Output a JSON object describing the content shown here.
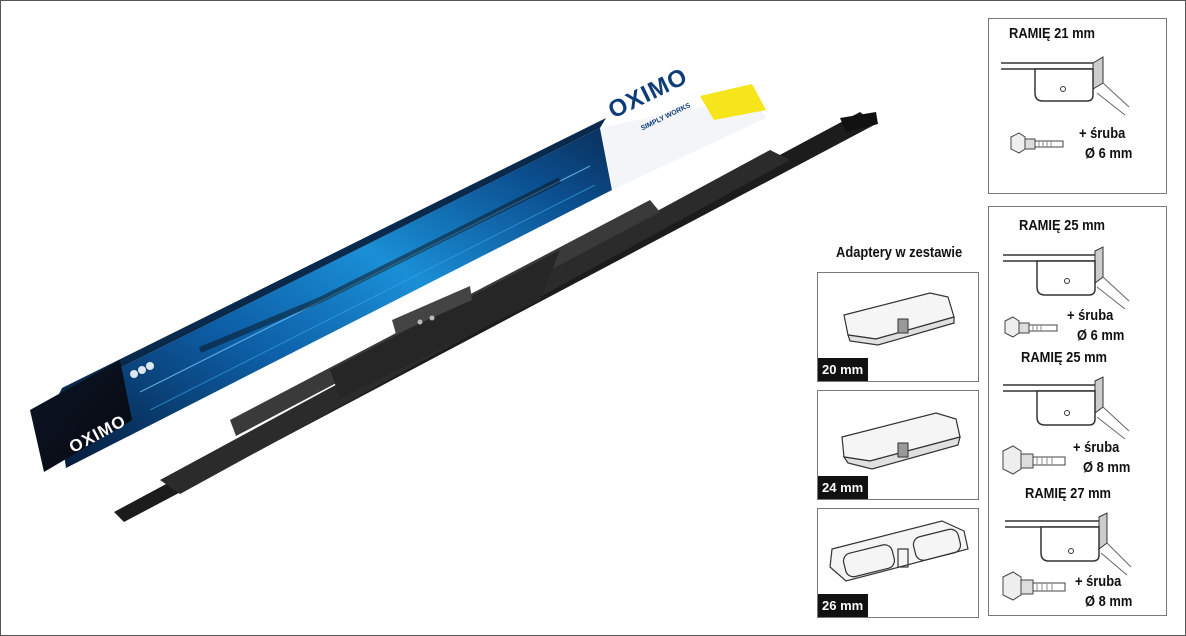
{
  "brand": {
    "name": "OXIMO",
    "tagline": "SIMPLY WORKS",
    "colors": {
      "box_blue": "#0b6fb5",
      "box_dark": "#081a33",
      "accent_yellow": "#f5e51a",
      "blade_black": "#1c1c1c"
    }
  },
  "adapters": {
    "title": "Adaptery w zestawie",
    "items": [
      {
        "size": "20 mm"
      },
      {
        "size": "24 mm"
      },
      {
        "size": "26 mm"
      }
    ]
  },
  "arms": [
    {
      "label": "RAMIĘ 21 mm",
      "screw_label": "+ śruba",
      "screw_size": "Ø 6 mm"
    },
    {
      "label": "RAMIĘ 25 mm",
      "screw_label": "+ śruba",
      "screw_size": "Ø 6 mm"
    },
    {
      "label": "RAMIĘ 25 mm",
      "screw_label": "+ śruba",
      "screw_size": "Ø 8 mm"
    },
    {
      "label": "RAMIĘ 27 mm",
      "screw_label": "+ śruba",
      "screw_size": "Ø 8 mm"
    }
  ]
}
